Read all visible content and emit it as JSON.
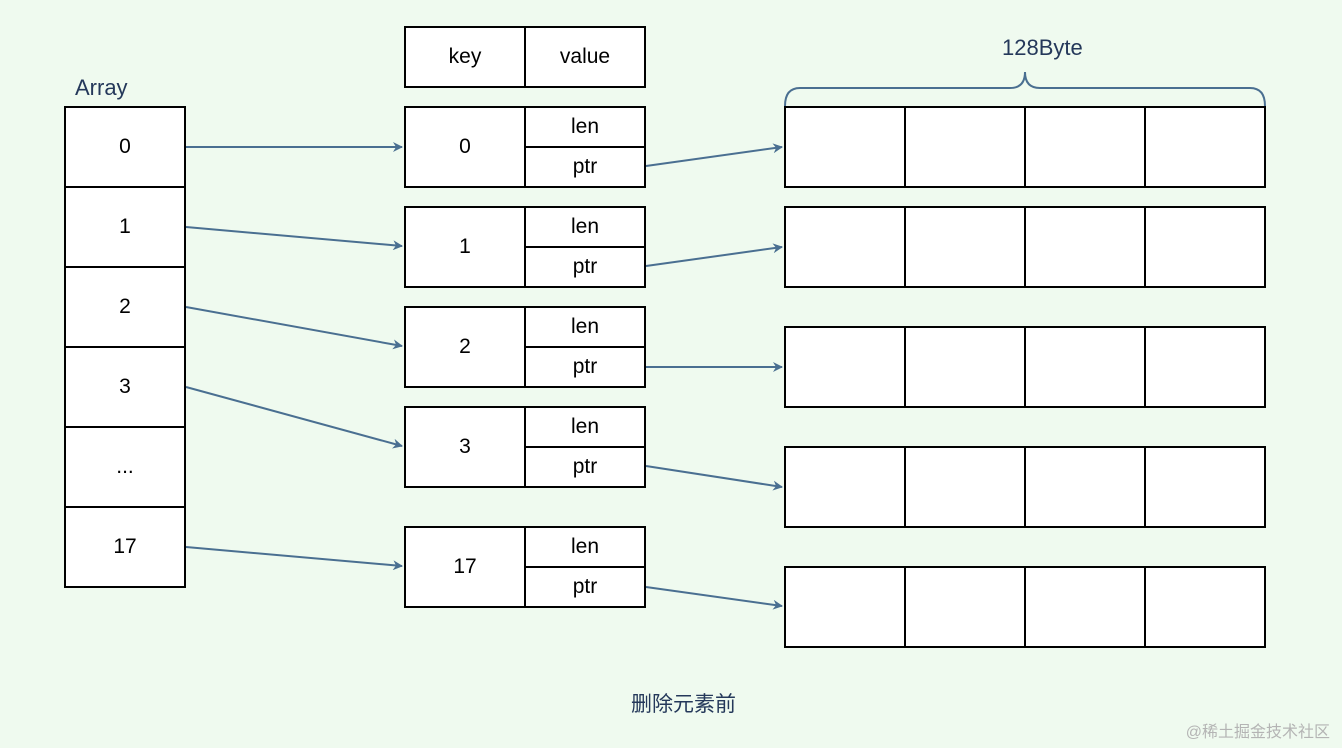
{
  "array": {
    "title": "Array",
    "cells": [
      "0",
      "1",
      "2",
      "3",
      "...",
      "17"
    ]
  },
  "table_header": {
    "key": "key",
    "value": "value"
  },
  "entries": [
    {
      "key": "0",
      "len": "len",
      "ptr": "ptr"
    },
    {
      "key": "1",
      "len": "len",
      "ptr": "ptr"
    },
    {
      "key": "2",
      "len": "len",
      "ptr": "ptr"
    },
    {
      "key": "3",
      "len": "len",
      "ptr": "ptr"
    },
    {
      "key": "17",
      "len": "len",
      "ptr": "ptr"
    }
  ],
  "buffer_size_label": "128Byte",
  "caption": "删除元素前",
  "watermark": "@稀土掘金技术社区",
  "colors": {
    "background": "#effaef",
    "arrow": "#4a6f91",
    "label": "#24385a",
    "border": "#000000"
  }
}
